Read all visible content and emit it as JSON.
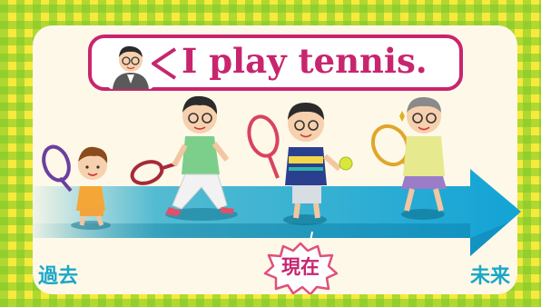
{
  "title": "I play tennis.",
  "timeline": {
    "past_label": "過去",
    "now_label": "現在",
    "future_label": "未来"
  },
  "icons": {
    "speaker": "teacher-avatar-icon",
    "badge": "starburst-badge-icon"
  },
  "colors": {
    "frame_yellow": "#f6ea3c",
    "frame_green": "#7cc828",
    "accent_magenta": "#c8256f",
    "arrow_blue": "#1ba7c9",
    "panel_cream": "#fdf8e8"
  }
}
